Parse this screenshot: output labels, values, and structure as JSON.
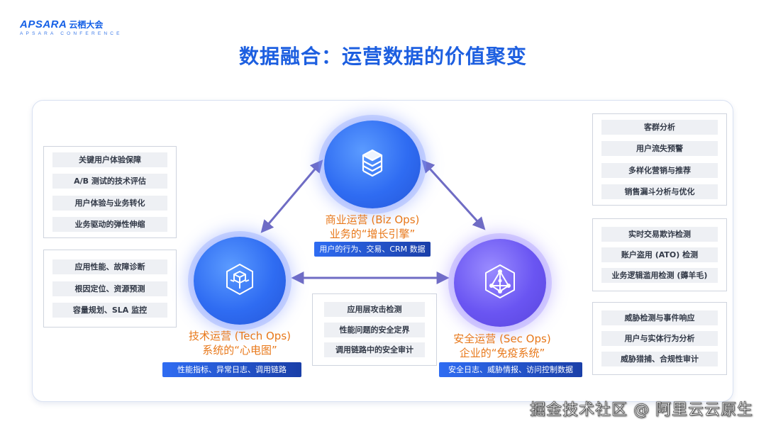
{
  "header": {
    "logo_brand": "APSARA",
    "logo_cn": "云栖大会",
    "logo_sub": "APSARA CONFERENCE",
    "title": "数据融合：运营数据的价值聚变"
  },
  "left_groups": [
    {
      "items": [
        "关键用户体验保障",
        "A/B 测试的技术评估",
        "用户体验与业务转化",
        "业务驱动的弹性伸缩"
      ]
    },
    {
      "items": [
        "应用性能、故障诊断",
        "根因定位、资源预测",
        "容量规划、SLA 监控"
      ]
    }
  ],
  "right_groups": [
    {
      "items": [
        "客群分析",
        "用户流失预警",
        "多样化营销与推荐",
        "销售漏斗分析与优化"
      ]
    },
    {
      "items": [
        "实时交易欺诈检测",
        "账户盗用 (ATO) 检测",
        "业务逻辑滥用检测 (薅羊毛)"
      ]
    },
    {
      "items": [
        "威胁检测与事件响应",
        "用户与实体行为分析",
        "威胁猎捕、合规性审计"
      ]
    }
  ],
  "center_group": {
    "items": [
      "应用层攻击检测",
      "性能问题的安全定界",
      "调用链路中的安全审计"
    ]
  },
  "nodes": {
    "biz": {
      "line1": "商业运营 (Biz Ops)",
      "line2": "业务的“增长引擎”",
      "tag": "用户的行为、交易、CRM 数据",
      "icon": "stacked-layers-icon"
    },
    "tech": {
      "line1": "技术运营 (Tech Ops)",
      "line2": "系统的“心电图”",
      "tag": "性能指标、异常日志、调用链路",
      "icon": "cube-cluster-icon"
    },
    "sec": {
      "line1": "安全运营 (Sec Ops)",
      "line2": "企业的“免疫系统”",
      "tag": "安全日志、威胁情报、访问控制数据",
      "icon": "network-hexagon-icon"
    }
  },
  "watermark": "掘金技术社区 @ 阿里云云原生",
  "colors": {
    "title": "#1d5fe0",
    "node_label": "#e8781a",
    "arrow": "#6f6cc4",
    "tag_bg": "#2f6cf2"
  }
}
